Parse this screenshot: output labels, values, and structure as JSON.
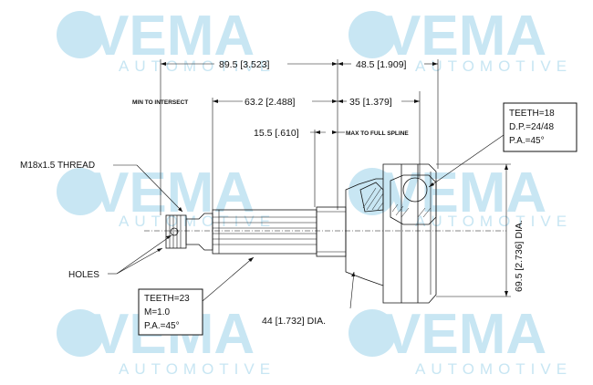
{
  "watermarks": [
    {
      "brand": "VEMA",
      "sub": "AUTOMOTIVE"
    },
    {
      "brand": "VEMA",
      "sub": "AUTOMOTIVE"
    },
    {
      "brand": "VEMA",
      "sub": "AUTOMOTIVE"
    },
    {
      "brand": "VEMA",
      "sub": "AUTOMOTIVE"
    },
    {
      "brand": "VEMA",
      "sub": "AUTOMOTIVE"
    },
    {
      "brand": "VEMA",
      "sub": "AUTOMOTIVE"
    }
  ],
  "dimensions": {
    "overall_left": "89.5 [3.523]",
    "overall_right": "48.5 [1.909]",
    "min_to_intersect_label": "MIN TO INTERSECT",
    "min_to_intersect": "63.2 [2.488]",
    "mid": "35 [1.379]",
    "max_to_full_spline": "15.5 [.610]",
    "max_to_full_spline_label": "MAX TO FULL SPLINE",
    "bell_dia": "69.5 [2.736] DIA.",
    "shaft_dia": "44 [1.732] DIA."
  },
  "labels": {
    "thread": "M18x1.5 THREAD",
    "holes": "HOLES"
  },
  "spec_inner": {
    "teeth": "TEETH=18",
    "dp": "D.P.=24/48",
    "pa": "P.A.=45°"
  },
  "spec_outer": {
    "teeth": "TEETH=23",
    "m": "M=1.0",
    "pa": "P.A.=45°"
  },
  "colors": {
    "watermark": "#c8e6f3",
    "ink": "#111111"
  }
}
